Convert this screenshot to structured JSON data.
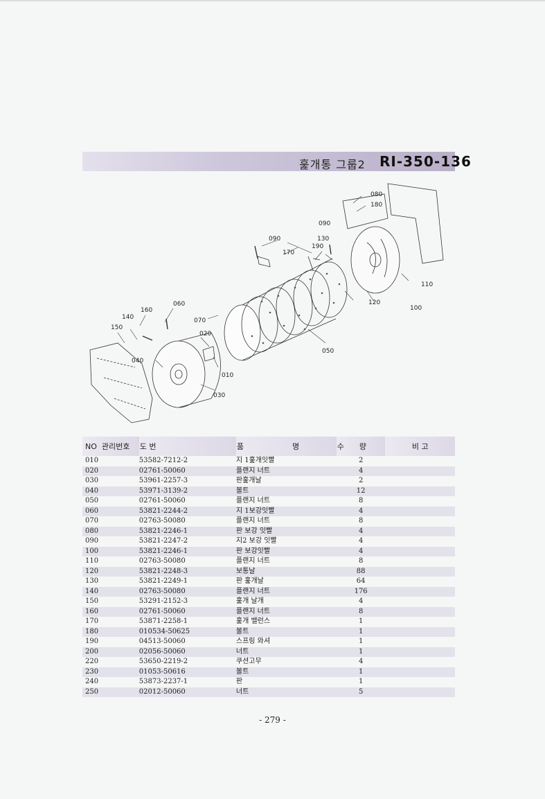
{
  "header": {
    "title_kr": "훑개통 그룹2",
    "title_code": "RI-350-136"
  },
  "diagram": {
    "callouts": [
      "080",
      "180",
      "090",
      "130",
      "190",
      "170",
      "090",
      "110",
      "120",
      "100",
      "060",
      "160",
      "140",
      "150",
      "070",
      "020",
      "050",
      "040",
      "010",
      "030"
    ]
  },
  "table": {
    "headers": {
      "no": "NO",
      "mgmt": "관리번호",
      "drawing": "도      번",
      "name_a": "품",
      "name_b": "명",
      "qty_a": "수",
      "qty_b": "량",
      "remarks": "비  고"
    },
    "rows": [
      {
        "no": "010",
        "dwg": "53582-7212-2",
        "name": "지 1훑개잇빨",
        "qty": "2"
      },
      {
        "no": "020",
        "dwg": "02761-50060",
        "name": "플랜지 너트",
        "qty": "4"
      },
      {
        "no": "030",
        "dwg": "53961-2257-3",
        "name": "판훑개날",
        "qty": "2"
      },
      {
        "no": "040",
        "dwg": "53971-3139-2",
        "name": "볼트",
        "qty": "12"
      },
      {
        "no": "050",
        "dwg": "02761-50060",
        "name": "플랜지 너트",
        "qty": "8"
      },
      {
        "no": "060",
        "dwg": "53821-2244-2",
        "name": "지 1보강잇빨",
        "qty": "4"
      },
      {
        "no": "070",
        "dwg": "02763-50080",
        "name": "플랜지 너트",
        "qty": "8"
      },
      {
        "no": "080",
        "dwg": "53821-2246-1",
        "name": "판 보강 잇빨",
        "qty": "4"
      },
      {
        "no": "090",
        "dwg": "53821-2247-2",
        "name": "지2 보강 잇빨",
        "qty": "4"
      },
      {
        "no": "100",
        "dwg": "53821-2246-1",
        "name": "판 보강잇빨",
        "qty": "4"
      },
      {
        "no": "110",
        "dwg": "02763-50080",
        "name": "플랜지 너트",
        "qty": "8"
      },
      {
        "no": "120",
        "dwg": "53821-2248-3",
        "name": "보통날",
        "qty": "88"
      },
      {
        "no": "130",
        "dwg": "53821-2249-1",
        "name": "판 훑개날",
        "qty": "64"
      },
      {
        "no": "140",
        "dwg": "02763-50080",
        "name": "플랜지 너트",
        "qty": "176"
      },
      {
        "no": "150",
        "dwg": "53291-2152-3",
        "name": "훑개 날개",
        "qty": "4"
      },
      {
        "no": "160",
        "dwg": "02761-50060",
        "name": "플랜지 너트",
        "qty": "8"
      },
      {
        "no": "170",
        "dwg": "53871-2258-1",
        "name": "훑개 밸런스",
        "qty": "1"
      },
      {
        "no": "180",
        "dwg": "010534-50625",
        "name": "볼트",
        "qty": "1"
      },
      {
        "no": "190",
        "dwg": "04513-50060",
        "name": "스프링 와셔",
        "qty": "1"
      },
      {
        "no": "200",
        "dwg": "02056-50060",
        "name": "너트",
        "qty": "1"
      },
      {
        "no": "220",
        "dwg": "53650-2219-2",
        "name": "쿠션고무",
        "qty": "4"
      },
      {
        "no": "230",
        "dwg": "01053-50616",
        "name": "볼트",
        "qty": "1"
      },
      {
        "no": "240",
        "dwg": "53873-2237-1",
        "name": "판",
        "qty": "1"
      },
      {
        "no": "250",
        "dwg": "02012-50060",
        "name": "너트",
        "qty": "5"
      }
    ]
  },
  "footer": {
    "page": "- 279 -"
  }
}
